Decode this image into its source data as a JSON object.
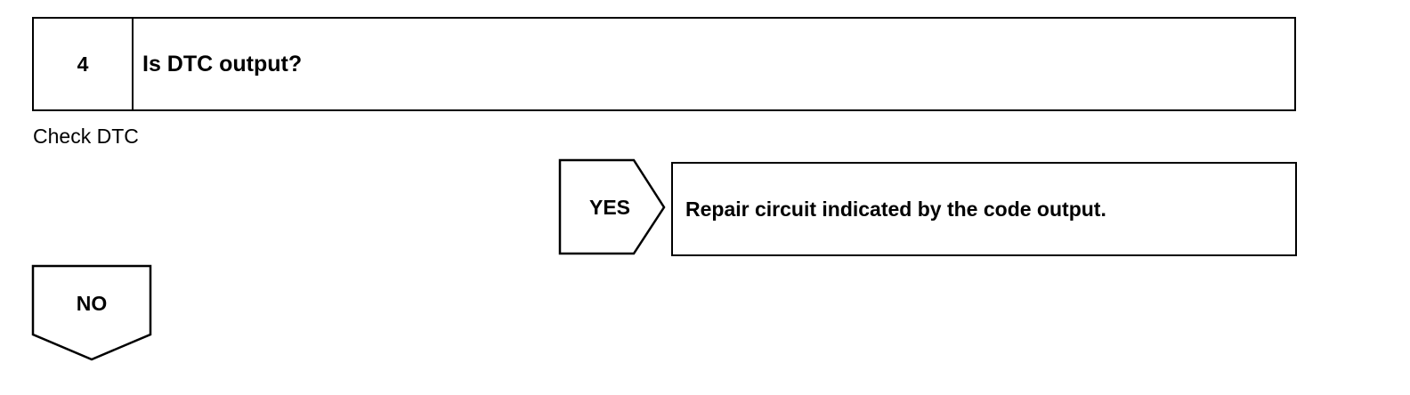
{
  "step": {
    "number": "4",
    "question": "Is DTC output?"
  },
  "check": {
    "label": "Check DTC"
  },
  "yes_branch": {
    "label": "YES",
    "result": "Repair circuit indicated by the code output."
  },
  "no_branch": {
    "label": "NO"
  }
}
